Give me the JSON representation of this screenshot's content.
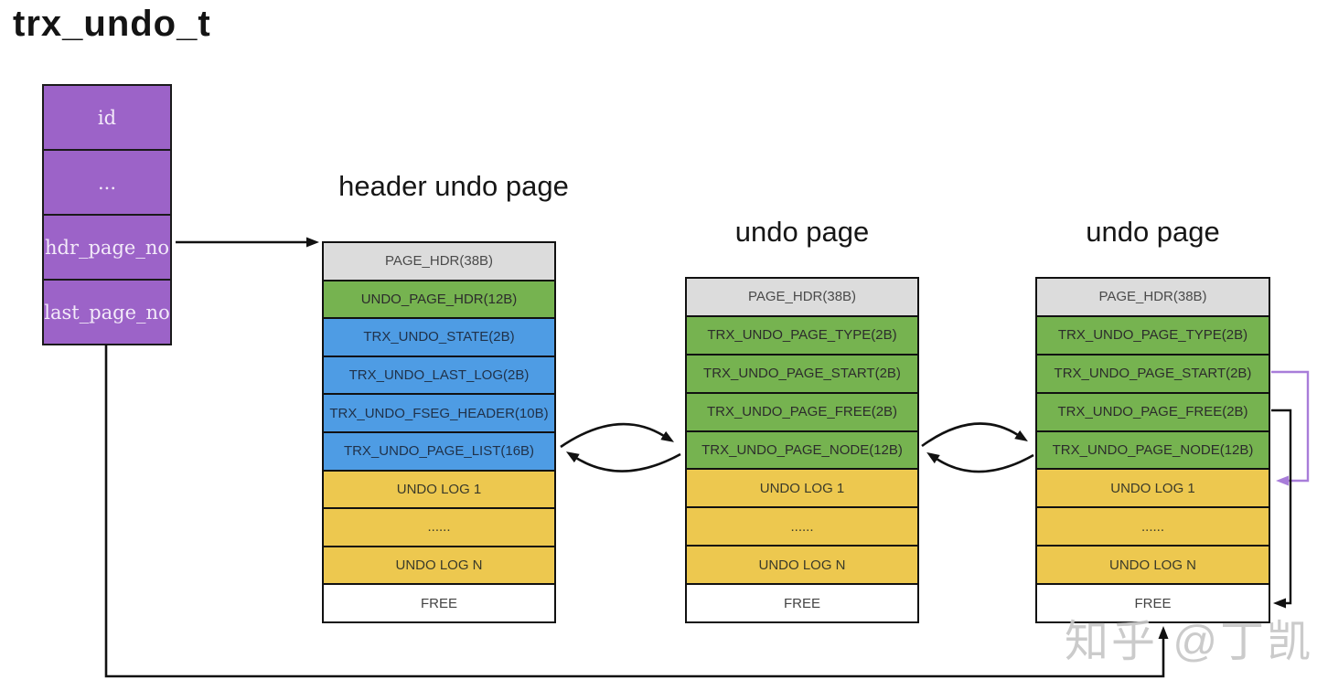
{
  "title": "trx_undo_t",
  "watermark": "知乎 @丁凯",
  "struct": {
    "rows": [
      {
        "label": "id"
      },
      {
        "label": "..."
      },
      {
        "label": "hdr_page_no"
      },
      {
        "label": "last_page_no"
      }
    ]
  },
  "pages": [
    {
      "label": "header undo page",
      "rows": [
        {
          "label": "PAGE_HDR(38B)",
          "type": "gray"
        },
        {
          "label": "UNDO_PAGE_HDR(12B)",
          "type": "green"
        },
        {
          "label": "TRX_UNDO_STATE(2B)",
          "type": "blue"
        },
        {
          "label": "TRX_UNDO_LAST_LOG(2B)",
          "type": "blue"
        },
        {
          "label": "TRX_UNDO_FSEG_HEADER(10B)",
          "type": "blue"
        },
        {
          "label": "TRX_UNDO_PAGE_LIST(16B)",
          "type": "blue"
        },
        {
          "label": "UNDO LOG 1",
          "type": "yellow"
        },
        {
          "label": "......",
          "type": "yellow"
        },
        {
          "label": "UNDO LOG N",
          "type": "yellow"
        },
        {
          "label": "FREE",
          "type": "white"
        }
      ]
    },
    {
      "label": "undo page",
      "rows": [
        {
          "label": "PAGE_HDR(38B)",
          "type": "gray"
        },
        {
          "label": "TRX_UNDO_PAGE_TYPE(2B)",
          "type": "green"
        },
        {
          "label": "TRX_UNDO_PAGE_START(2B)",
          "type": "green"
        },
        {
          "label": "TRX_UNDO_PAGE_FREE(2B)",
          "type": "green"
        },
        {
          "label": "TRX_UNDO_PAGE_NODE(12B)",
          "type": "green"
        },
        {
          "label": "UNDO LOG 1",
          "type": "yellow"
        },
        {
          "label": "......",
          "type": "yellow"
        },
        {
          "label": "UNDO LOG N",
          "type": "yellow"
        },
        {
          "label": "FREE",
          "type": "white"
        }
      ]
    },
    {
      "label": "undo page",
      "rows": [
        {
          "label": "PAGE_HDR(38B)",
          "type": "gray"
        },
        {
          "label": "TRX_UNDO_PAGE_TYPE(2B)",
          "type": "green"
        },
        {
          "label": "TRX_UNDO_PAGE_START(2B)",
          "type": "green"
        },
        {
          "label": "TRX_UNDO_PAGE_FREE(2B)",
          "type": "green"
        },
        {
          "label": "TRX_UNDO_PAGE_NODE(12B)",
          "type": "green"
        },
        {
          "label": "UNDO LOG 1",
          "type": "yellow"
        },
        {
          "label": "......",
          "type": "yellow"
        },
        {
          "label": "UNDO LOG N",
          "type": "yellow"
        },
        {
          "label": "FREE",
          "type": "white"
        }
      ]
    }
  ],
  "colors": {
    "struct_fill": "#9c63c8",
    "page_hdr": "#dcdcdc",
    "green_fields": "#76b350",
    "blue_fields": "#4e9ce4",
    "undo_log": "#edc84f",
    "free": "#ffffff",
    "arrow_black": "#111111",
    "arrow_purple": "#a87dd9",
    "watermark_gray": "#c7c7c7"
  }
}
